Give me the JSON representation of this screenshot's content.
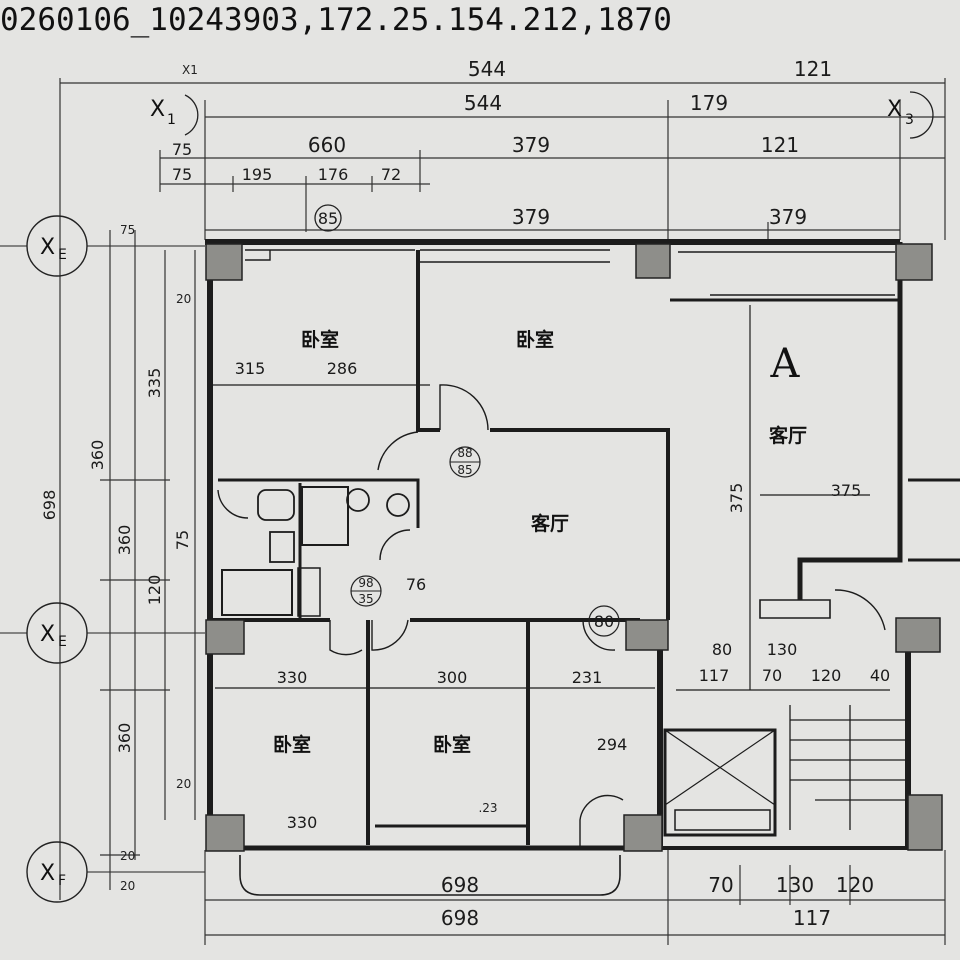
{
  "header": {
    "id_text": "0260106_10243903,172.25.154.212,1870"
  },
  "axes": {
    "x1": {
      "main": "X",
      "sub": "1"
    },
    "x3": {
      "main": "X",
      "sub": "3"
    },
    "x1_small": "X1",
    "xe_top": {
      "main": "X",
      "sub": "E"
    },
    "xe_mid": {
      "main": "X",
      "sub": "E"
    },
    "xf": {
      "main": "X",
      "sub": "F"
    }
  },
  "top_dims": {
    "row1": [
      "544",
      "121"
    ],
    "row2": [
      "544",
      "179"
    ],
    "row3": [
      "75",
      "660",
      "379",
      "121"
    ],
    "row4": [
      "75",
      "195",
      "176",
      "72"
    ],
    "row5": [
      "379",
      "379"
    ],
    "tag85": "85"
  },
  "left_dims": {
    "outer": "698",
    "col2": [
      "360",
      "360",
      "360"
    ],
    "col3": [
      "335",
      "120"
    ],
    "col4": [
      "20",
      "75",
      "20"
    ],
    "top75": "75",
    "bottom": [
      "20",
      "20"
    ]
  },
  "rooms": {
    "bedroom_tl": "卧室",
    "bedroom_tc": "卧室",
    "living_c": "客厅",
    "living_a": "客厅",
    "bedroom_bl": "卧室",
    "bedroom_bc": "卧室",
    "unit_label": "A"
  },
  "inner_dims": {
    "d315": "315",
    "d286": "286",
    "tag88": "88",
    "tag85b": "85",
    "tag98": "98",
    "tag35": "35",
    "d76": "76",
    "tag80": "80",
    "d375v": "375",
    "d375h": "375",
    "d330a": "330",
    "d300": "300",
    "d231": "231",
    "d294": "294",
    "d330b": "330",
    "d23": ".23",
    "d80": "80",
    "d130": "130",
    "d117": "117",
    "d70": "70",
    "d120": "120",
    "d40": "40"
  },
  "bottom_dims": {
    "row1": [
      "698",
      "70",
      "130",
      "120"
    ],
    "row2": [
      "698",
      "117"
    ]
  }
}
